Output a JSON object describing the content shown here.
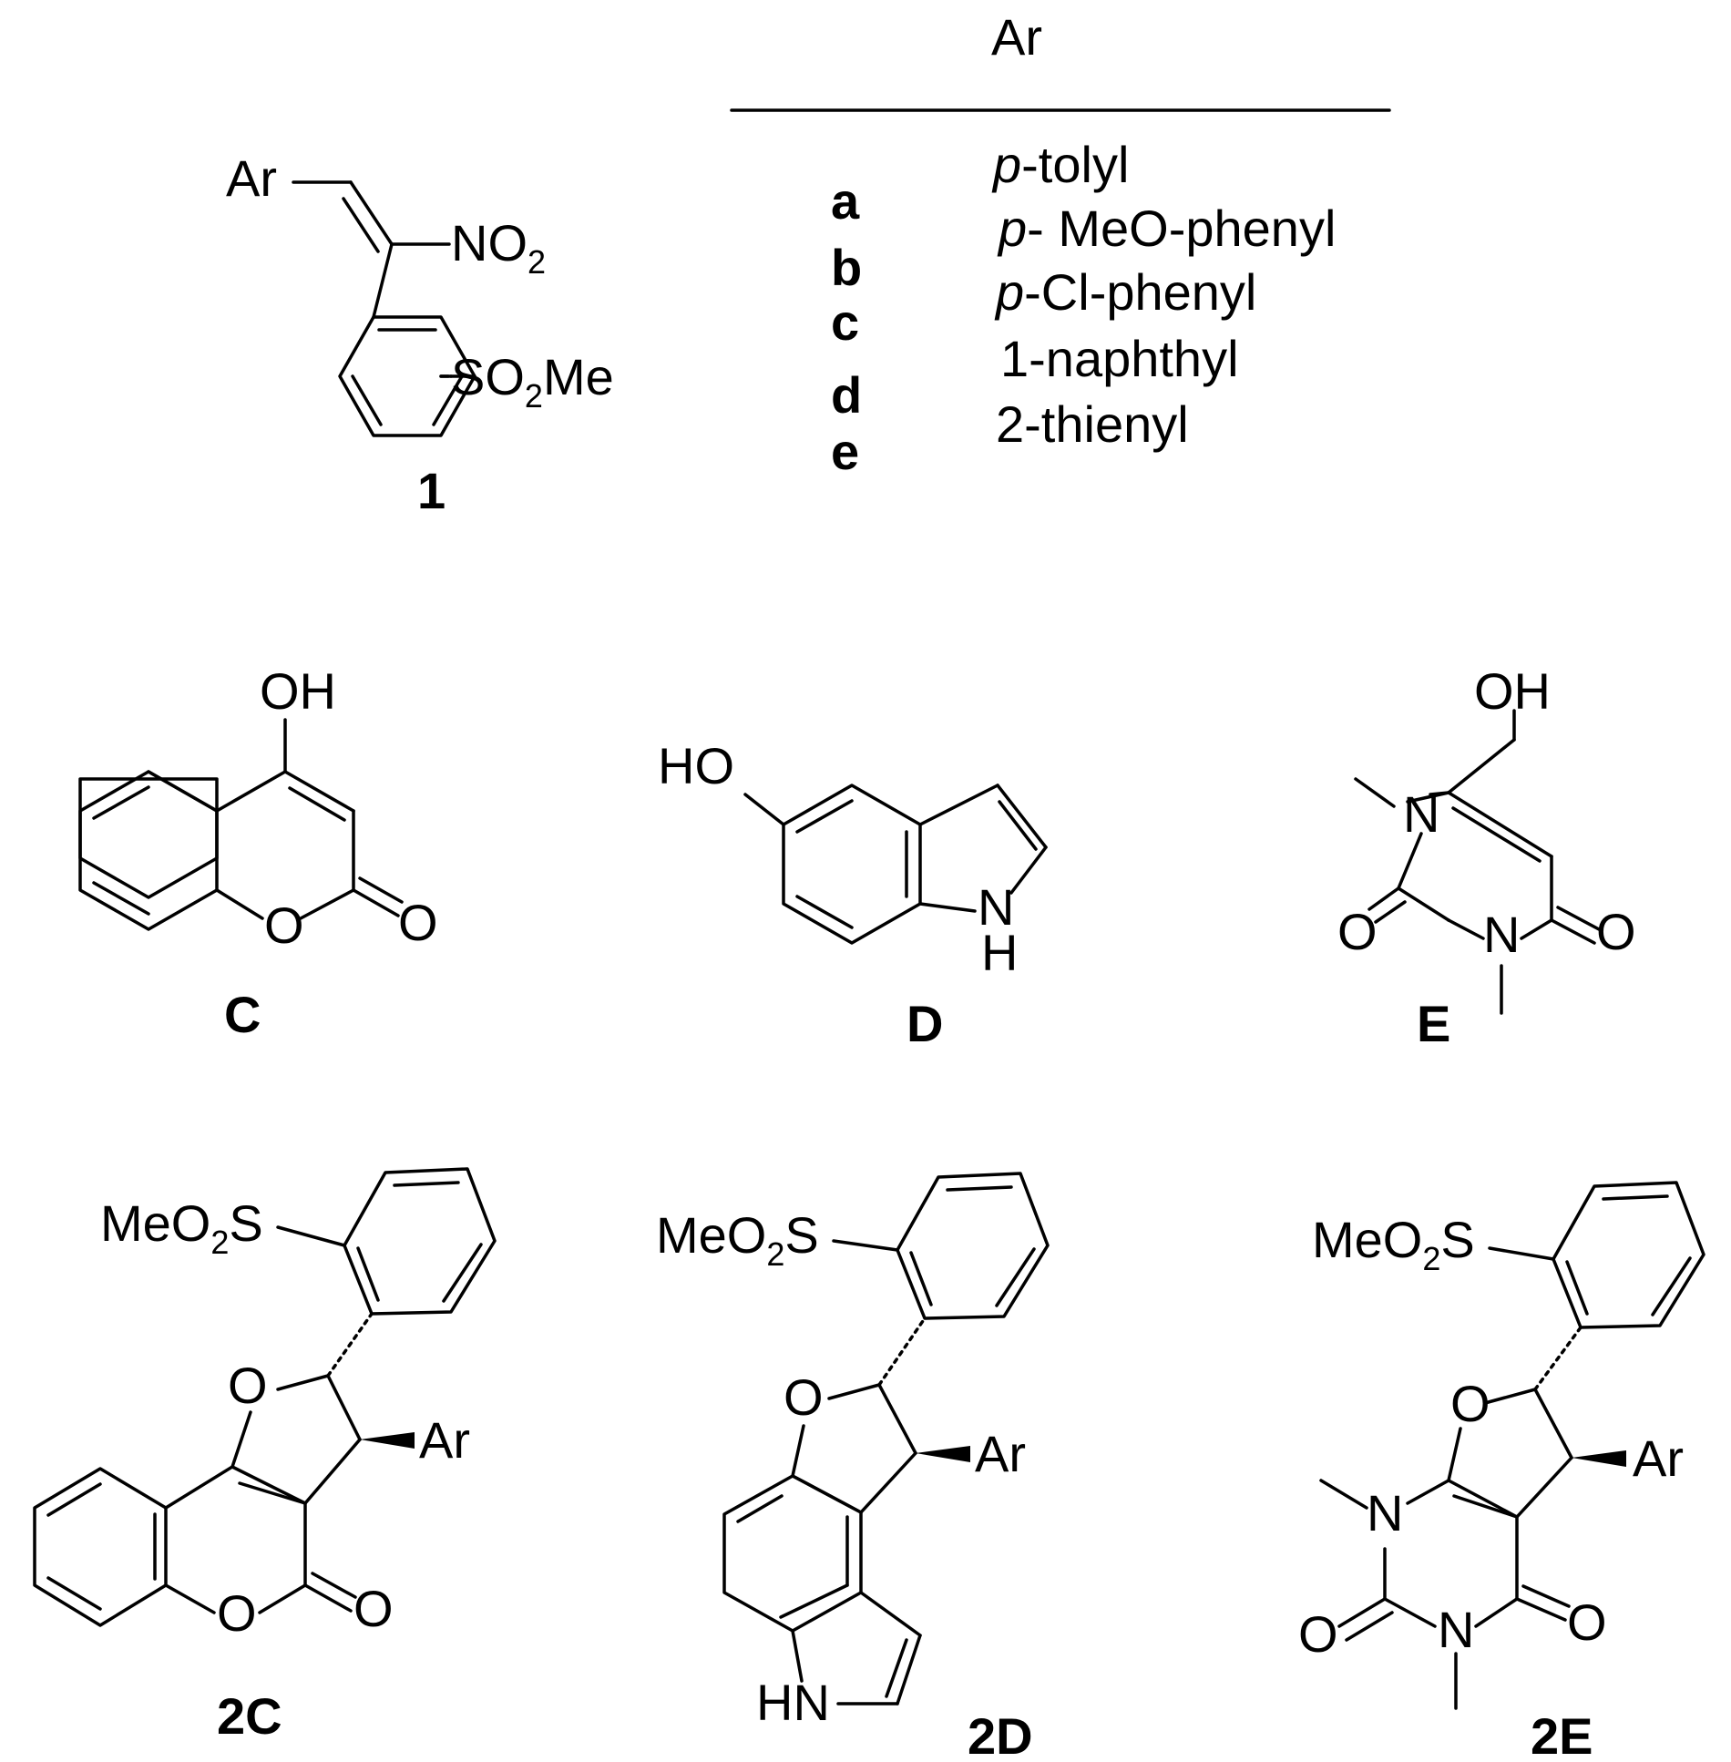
{
  "table": {
    "header": "Ar",
    "rows": [
      {
        "key": "a",
        "value_prefix": "p",
        "value": "-tolyl"
      },
      {
        "key": "b",
        "value_prefix": "p",
        "value": "- MeO-phenyl"
      },
      {
        "key": "c",
        "value_prefix": "p",
        "value": "-Cl-phenyl"
      },
      {
        "key": "d",
        "value_prefix": "",
        "value": "1-naphthyl"
      },
      {
        "key": "e",
        "value_prefix": "",
        "value": "2-thienyl"
      }
    ]
  },
  "compound_1": {
    "label": "1",
    "ar": "Ar",
    "no2": "NO",
    "no2_sub": "2",
    "so2me_a": "SO",
    "so2me_sub": "2",
    "so2me_b": "Me"
  },
  "compound_C": {
    "label": "C",
    "oh": "OH",
    "ring_o": "O",
    "carbonyl_o": "O"
  },
  "compound_D": {
    "label": "D",
    "ho": "HO",
    "n": "N",
    "h": "H"
  },
  "compound_E": {
    "label": "E",
    "oh": "OH",
    "n1": "N",
    "n2": "N",
    "o1": "O",
    "o2": "O"
  },
  "compound_2C": {
    "label": "2C",
    "meo2s_a": "MeO",
    "meo2s_sub": "2",
    "meo2s_b": "S",
    "ring_o": "O",
    "ar": "Ar",
    "lactone_o": "O",
    "carbonyl_o": "O"
  },
  "compound_2D": {
    "label": "2D",
    "meo2s_a": "MeO",
    "meo2s_sub": "2",
    "meo2s_b": "S",
    "ring_o": "O",
    "ar": "Ar",
    "hn": "HN"
  },
  "compound_2E": {
    "label": "2E",
    "meo2s_a": "MeO",
    "meo2s_sub": "2",
    "meo2s_b": "S",
    "ring_o": "O",
    "ar": "Ar",
    "n1": "N",
    "n2": "N",
    "o1": "O",
    "o2": "O"
  }
}
